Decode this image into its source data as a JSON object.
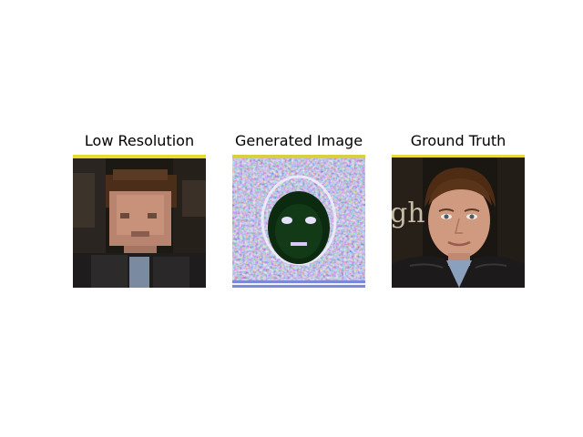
{
  "panels": [
    {
      "title": "Low Resolution"
    },
    {
      "title": "Generated Image"
    },
    {
      "title": "Ground Truth"
    }
  ],
  "ground_truth_image": {
    "background_text": "gh"
  }
}
